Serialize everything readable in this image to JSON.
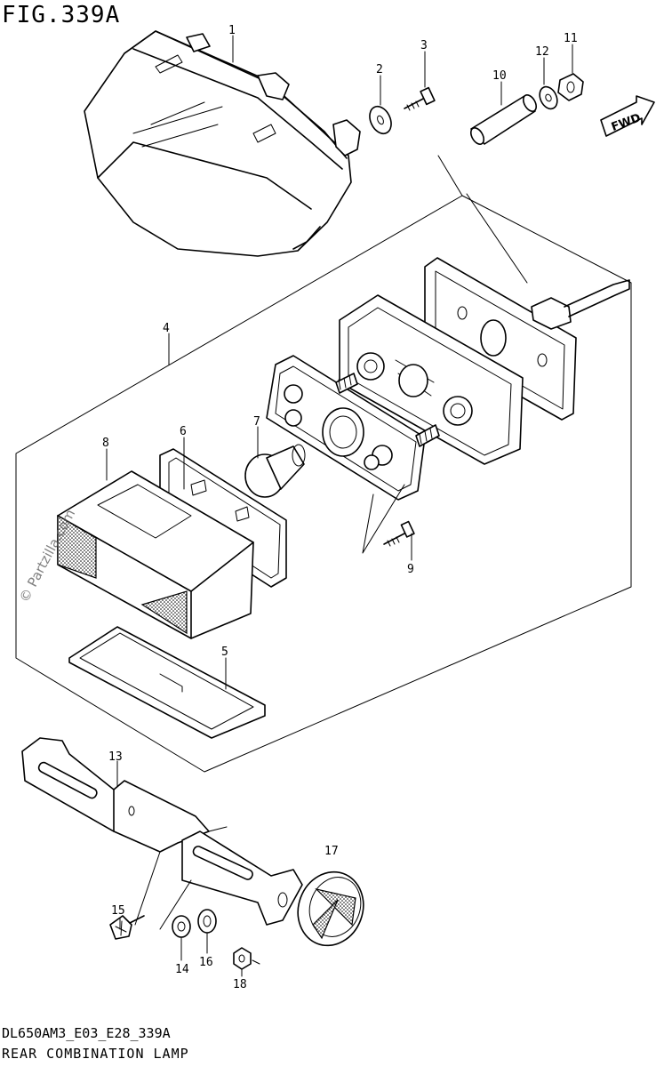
{
  "figure": {
    "title": "FIG.339A",
    "code": "DL650AM3_E03_E28_339A",
    "subtitle": "REAR COMBINATION LAMP",
    "watermark": "© Partzilla.com",
    "direction_label": "FWD"
  },
  "callouts": [
    {
      "id": "1",
      "label": "1"
    },
    {
      "id": "2",
      "label": "2"
    },
    {
      "id": "3",
      "label": "3"
    },
    {
      "id": "4",
      "label": "4"
    },
    {
      "id": "5",
      "label": "5"
    },
    {
      "id": "6",
      "label": "6"
    },
    {
      "id": "7",
      "label": "7"
    },
    {
      "id": "8",
      "label": "8"
    },
    {
      "id": "9",
      "label": "9"
    },
    {
      "id": "10",
      "label": "10"
    },
    {
      "id": "11",
      "label": "11"
    },
    {
      "id": "12",
      "label": "12"
    },
    {
      "id": "13",
      "label": "13"
    },
    {
      "id": "14",
      "label": "14"
    },
    {
      "id": "15",
      "label": "15"
    },
    {
      "id": "16",
      "label": "16"
    },
    {
      "id": "17",
      "label": "17"
    },
    {
      "id": "18",
      "label": "18"
    }
  ]
}
